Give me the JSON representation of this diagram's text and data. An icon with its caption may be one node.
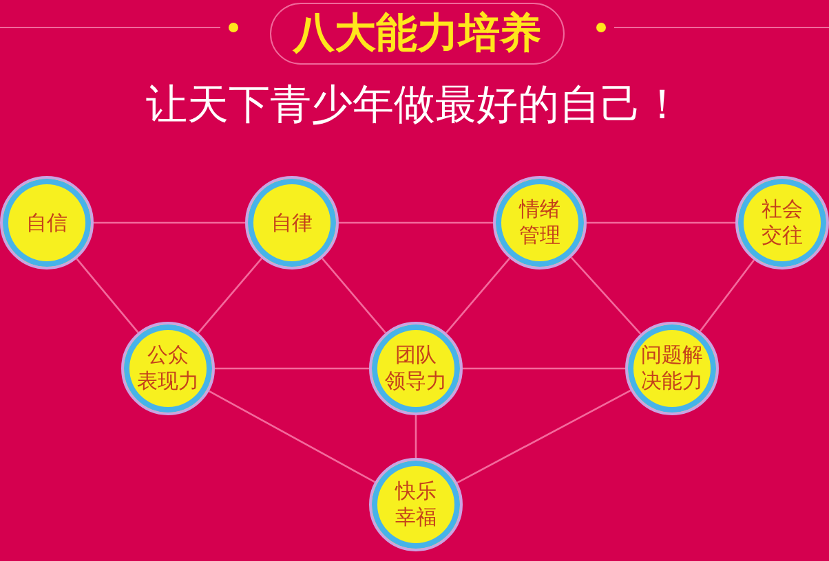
{
  "diagram": {
    "title": "八大能力培养",
    "nodes": [
      {
        "text": [
          "自信"
        ]
      },
      {
        "text": [
          "自律"
        ]
      },
      {
        "text": [
          "情绪管理"
        ]
      },
      {
        "text": [
          "社会交往"
        ]
      },
      {
        "text": [
          "公众表现力"
        ]
      },
      {
        "text": [
          "团队领导力"
        ]
      },
      {
        "text": [
          "问题解决能力"
        ]
      },
      {
        "text": [
          "快乐幸福"
        ]
      }
    ],
    "edges": [
      {
        "from": 0,
        "to": 1,
        "arrow": "none"
      },
      {
        "from": 1,
        "to": 2,
        "arrow": "none"
      },
      {
        "from": 2,
        "to": 3,
        "arrow": "none"
      },
      {
        "from": 0,
        "to": 4,
        "arrow": "none"
      },
      {
        "from": 1,
        "to": 4,
        "arrow": "none"
      },
      {
        "from": 1,
        "to": 5,
        "arrow": "none"
      },
      {
        "from": 2,
        "to": 5,
        "arrow": "none"
      },
      {
        "from": 2,
        "to": 6,
        "arrow": "none"
      },
      {
        "from": 3,
        "to": 6,
        "arrow": "none"
      },
      {
        "from": 4,
        "to": 5,
        "arrow": "none"
      },
      {
        "from": 5,
        "to": 6,
        "arrow": "none"
      },
      {
        "from": 4,
        "to": 7,
        "arrow": "none"
      },
      {
        "from": 5,
        "to": 7,
        "arrow": "none"
      },
      {
        "from": 6,
        "to": 7,
        "arrow": "none"
      }
    ],
    "labels": [
      "让天下青少年做最好的自己！"
    ]
  }
}
